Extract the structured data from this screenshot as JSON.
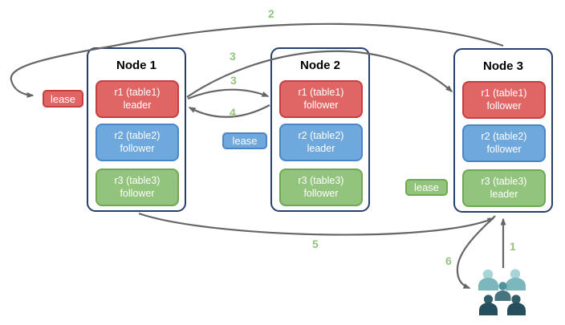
{
  "palette": {
    "red_fill": "#e06666",
    "red_border": "#c73e3e",
    "blue_fill": "#6fa8dc",
    "blue_border": "#4a86c6",
    "green_fill": "#93c47d",
    "green_border": "#6fa853",
    "node_border": "#26406b",
    "arrow": "#666666",
    "step_label": "#93c47d",
    "users_icon": {
      "light_head": "#a7d5d7",
      "light_body": "#7bb8bd",
      "mid_head": "#4f929e",
      "mid_body": "#47747f",
      "dark_head": "#2f5d68",
      "dark_body": "#254f5d"
    }
  },
  "nodes": [
    {
      "title": "Node 1",
      "replicas": [
        {
          "range": "r1 (table1)",
          "role": "leader",
          "color": "red"
        },
        {
          "range": "r2 (table2)",
          "role": "follower",
          "color": "blue"
        },
        {
          "range": "r3 (table3)",
          "role": "follower",
          "color": "green"
        }
      ]
    },
    {
      "title": "Node 2",
      "replicas": [
        {
          "range": "r1 (table1)",
          "role": "follower",
          "color": "red"
        },
        {
          "range": "r2 (table2)",
          "role": "leader",
          "color": "blue"
        },
        {
          "range": "r3 (table3)",
          "role": "follower",
          "color": "green"
        }
      ]
    },
    {
      "title": "Node 3",
      "replicas": [
        {
          "range": "r1 (table1)",
          "role": "follower",
          "color": "red"
        },
        {
          "range": "r2 (table2)",
          "role": "follower",
          "color": "blue"
        },
        {
          "range": "r3 (table3)",
          "role": "leader",
          "color": "green"
        }
      ]
    }
  ],
  "leases": [
    {
      "label": "lease",
      "color": "red"
    },
    {
      "label": "lease",
      "color": "blue"
    },
    {
      "label": "lease",
      "color": "green"
    }
  ],
  "steps": [
    {
      "label": "2"
    },
    {
      "label": "3"
    },
    {
      "label": "3"
    },
    {
      "label": "4"
    },
    {
      "label": "5"
    },
    {
      "label": "1"
    },
    {
      "label": "6"
    }
  ]
}
